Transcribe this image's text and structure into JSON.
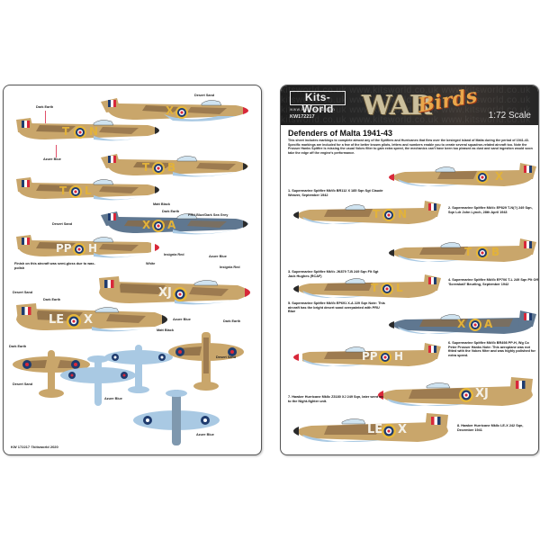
{
  "header": {
    "brand": "Kits-World",
    "url": "www.kits-world.com",
    "watermark": "kitsworld.co.uk www.kitsworld.co.uk www.kitsworld.co.uk",
    "product_code": "KW172217",
    "logo_war": "WAR",
    "logo_birds": "Birds",
    "scale": "1:72 Scale"
  },
  "title": "Defenders of Malta 1941-43",
  "intro": "This sheet includes markings to complete almost any of the Spitfires and Hurricanes that flew over the besieged island of Malta during the period of 1941-43. Specific markings are included for a few of the better known pilots, letters and numbers enable you to create several squadron-related aircraft too. Note the Prosser Hanks Spitfire is missing the usual Vokes filter to gain extra speed, the mechanics can't have been too pleased as dust and sand ingestion would soon take the edge off the engine's performance.",
  "colors": {
    "desert_sand": "#c9a66b",
    "dark_earth": "#8a6a45",
    "azure_blue": "#a9c9e3",
    "prb_blue": "#5f7790",
    "insignia_red": "#d8283a",
    "roundel_blue": "#1f3b6e",
    "roundel_yellow": "#e7b83a",
    "code_yellow": "#e2b23a",
    "code_white": "#f4f1e8"
  },
  "aircraft": [
    {
      "num": "1",
      "type": "spitfire",
      "code_left": "",
      "code_right": "X",
      "code_color": "#e2b23a",
      "spinner": "#d8283a",
      "camo": "desert",
      "caption": "1. Supermarine Spitfire MkVb BR112 X 185 Sqn Sgt Claude Weaver, September 1942"
    },
    {
      "num": "2",
      "type": "spitfire",
      "code_left": "T",
      "code_right": "N",
      "code_color": "#e2b23a",
      "spinner": "#2a2a2a",
      "camo": "desert",
      "caption": "2. Supermarine Spitfire MkVc EP829 T-N(?) 249 Sqn, Sqn Ldr John Lynch, 28th April 1943"
    },
    {
      "num": "3",
      "type": "spitfire",
      "code_left": "T",
      "code_right": "B",
      "code_color": "#e2b23a",
      "spinner": "#2a2a2a",
      "camo": "desert",
      "caption": "3. Supermarine Spitfire MkVc JK879 T-B 249 Sqn Flt Sgt Jack Hughes (RCAF)"
    },
    {
      "num": "4",
      "type": "spitfire",
      "code_left": "T",
      "code_right": "L",
      "code_color": "#e2b23a",
      "spinner": "#2a2a2a",
      "camo": "desert",
      "caption": "4. Supermarine Spitfire MkVb EP706 T-L 249 Sqn Plt Off 'Screwball' Beurling, September 1942"
    },
    {
      "num": "5",
      "type": "spitfire",
      "code_left": "X",
      "code_right": "A",
      "code_color": "#e2b23a",
      "spinner": "#2a2a2a",
      "camo": "prb",
      "caption": "5. Supermarine Spitfire MkVb EP691 X-A 229 Sqn Note: This aircraft has the bright desert sand overpainted with PRU Blue"
    },
    {
      "num": "6",
      "type": "spitfire",
      "code_left": "PP",
      "code_right": "H",
      "code_color": "#f4f1e8",
      "spinner": "#d8283a",
      "camo": "desert",
      "caption": "6. Supermarine Spitfire MkVb BR498 PP-H, Wg Co Peter Prosser Hanks Note: This aeroplane was not fitted with the Vokes filter and was highly polished for extra speed."
    },
    {
      "num": "7",
      "type": "hurricane",
      "code_left": "",
      "code_right": "XJ",
      "code_color": "#f4f1e8",
      "spinner": "#d8283a",
      "camo": "desert",
      "caption": "7. Hawker Hurricane MkIIc Z3180 XJ 249 Sqn, later went on to the Night-fighter unit."
    },
    {
      "num": "8",
      "type": "hurricane",
      "code_left": "LE",
      "code_right": "X",
      "code_color": "#f4f1e8",
      "spinner": "#2a2a2a",
      "camo": "desert",
      "caption": "8. Hawker Hurricane MkIIc LE-X 242 Sqn, December 1941"
    }
  ],
  "left_sheet": {
    "labels": {
      "dark_earth": "Dark Earth",
      "desert_sand": "Desert Sand",
      "azure_blue": "Azure Blue",
      "matt_black": "Matt Black",
      "prb_blue": "PRU Blue/Dark Sea Grey",
      "insignia_red": "Insignia Red",
      "white": "White",
      "finish_note": "Finish on this aircraft was semi-gloss due to wax-polish"
    },
    "copyright": "KW 172217 ©kitsworld 2020"
  }
}
